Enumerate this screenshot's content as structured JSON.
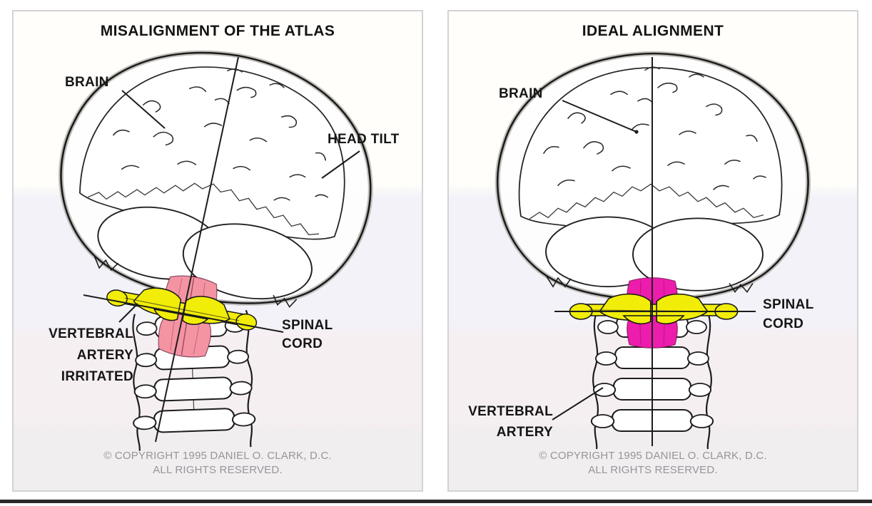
{
  "panels": {
    "left": {
      "title": "MISALIGNMENT OF THE ATLAS",
      "labels": {
        "brain": "BRAIN",
        "head_tilt": "HEAD TILT",
        "vertebral_line1": "VERTEBRAL",
        "vertebral_line2": "ARTERY",
        "vertebral_line3": "IRRITATED",
        "spinal_line1": "SPINAL",
        "spinal_line2": "CORD"
      },
      "copyright_line1": "© COPYRIGHT 1995 DANIEL O. CLARK, D.C.",
      "copyright_line2": "ALL RIGHTS RESERVED."
    },
    "right": {
      "title": "IDEAL ALIGNMENT",
      "labels": {
        "brain": "BRAIN",
        "spinal_line1": "SPINAL",
        "spinal_line2": "CORD",
        "vertebral_line1": "VERTEBRAL",
        "vertebral_line2": "ARTERY"
      },
      "copyright_line1": "© COPYRIGHT 1995 DANIEL O. CLARK, D.C.",
      "copyright_line2": "ALL RIGHTS RESERVED."
    }
  },
  "colors": {
    "artery_yellow": "#f1ed09",
    "cord_magenta": "#ec1cac",
    "cord_irritated_pink": "#f494a3",
    "ink": "#1c1c1c",
    "copyright_gray": "#97959a",
    "panel_border": "#d4d2d6"
  }
}
